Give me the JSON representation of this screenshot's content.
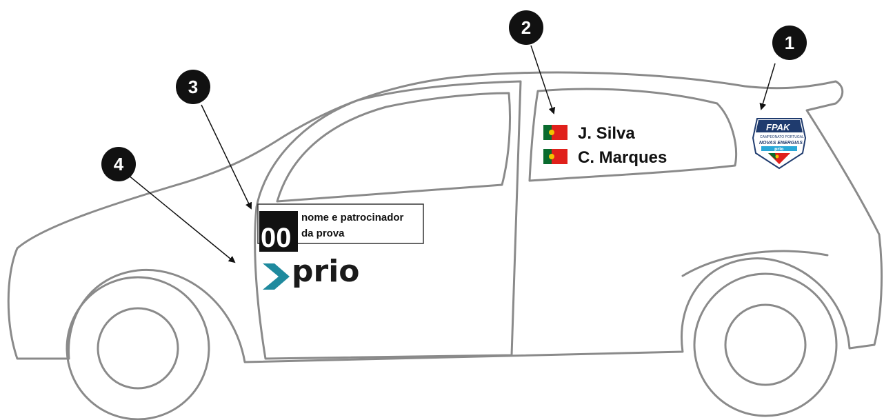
{
  "markers": [
    {
      "number": "1"
    },
    {
      "number": "2"
    },
    {
      "number": "3"
    },
    {
      "number": "4"
    }
  ],
  "crew": {
    "driver": "J. Silva",
    "codriver": "C. Marques"
  },
  "door_plate": {
    "number": "00",
    "line1": "nome e patrocinador",
    "line2": "da prova"
  },
  "sponsor": {
    "wordmark": "prio"
  },
  "badge": {
    "title": "FPAK",
    "line1": "CAMPEONATO PORTUGAL",
    "line2": "NOVAS ENERGIAS",
    "sponsor": "prio"
  },
  "colors": {
    "outline": "#8a8a8a",
    "marker_fill": "#111111",
    "flag_green": "#0a6b2e",
    "flag_red": "#e0201b",
    "prio_teal": "#1f8a9e",
    "badge_blue": "#1f3b6e",
    "badge_cyan": "#2aa8d8"
  }
}
